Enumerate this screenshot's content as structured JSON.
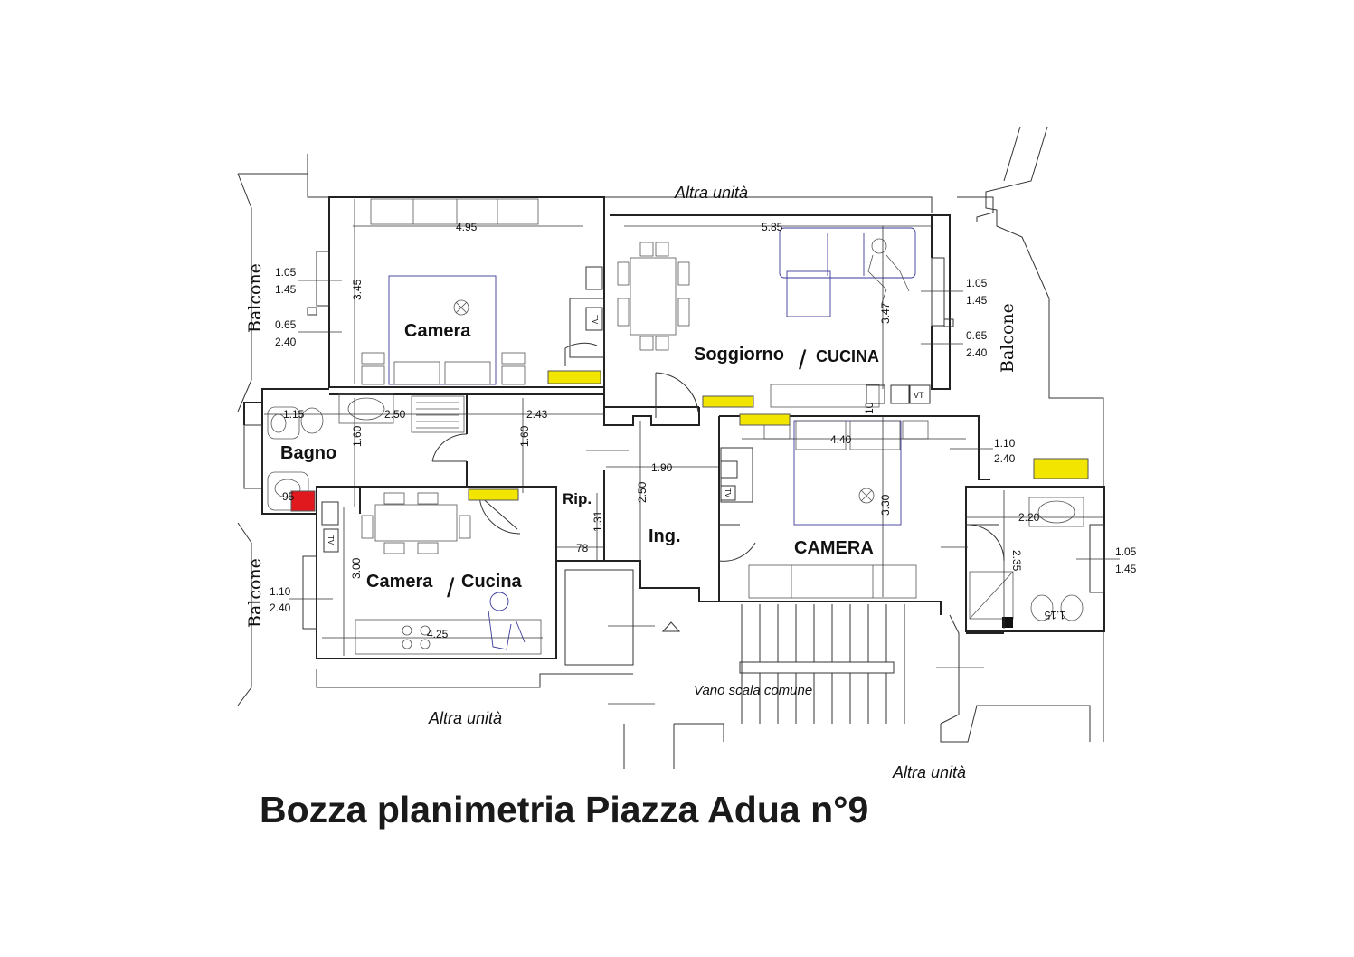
{
  "title": "Bozza planimetria Piazza Adua n°9",
  "rooms": {
    "camera_1": "Camera",
    "soggiorno": "Soggiorno",
    "soggiorno_divider": "/",
    "cucina": "CUCINA",
    "bagno": "Bagno",
    "camera_cucina_a": "Camera",
    "camera_cucina_divider": "/",
    "camera_cucina_b": "Cucina",
    "ripostiglio": "Rip.",
    "ingresso": "Ing.",
    "camera_2": "CAMERA"
  },
  "surroundings": {
    "altra_unita_top": "Altra unità",
    "altra_unita_bottom_left": "Altra unità",
    "altra_unita_bottom_right": "Altra unità",
    "vano_scala": "Vano scala comune",
    "balcone_left_top": "Balcone",
    "balcone_left_bottom": "Balcone",
    "balcone_right": "Balcone"
  },
  "dimensions": {
    "camera_width": "4.95",
    "camera_height": "3.45",
    "soggiorno_width": "5.85",
    "soggiorno_height": "3.47",
    "bagno_width": "1.15",
    "hall_width": "2.50",
    "corridor_width": "2.43",
    "bagno_height": "1.60",
    "corridor_height": "1.60",
    "window_left_a_w": "1.05",
    "window_left_a_h": "1.45",
    "window_left_b_w": "0.65",
    "window_left_b_h": "2.40",
    "window_right_a_w": "1.05",
    "window_right_a_h": "1.45",
    "window_right_b_w": "0.65",
    "window_right_b_h": "2.40",
    "camera2_width": "4.40",
    "camera2_height": "3.30",
    "window_camera2_w": "1.10",
    "window_camera2_h": "2.40",
    "ingresso_width": "1.90",
    "ingresso_height": "2.50",
    "rip_height": "1.31",
    "rip_width": "78",
    "camera_cucina_height": "3.00",
    "camera_cucina_width": "4.25",
    "window_cc_w": "1.10",
    "window_cc_h": "2.40",
    "bagno_small": "95",
    "bagno2_width": "2.20",
    "bagno2_height": "2.35",
    "window_bagno2_w": "1.05",
    "window_bagno2_h": "1.45",
    "bagno2_small": "1.15",
    "soggiorno_small": "10"
  },
  "labels": {
    "tv_1": "TV",
    "tv_2": "TV",
    "tv_3": "TV",
    "vt": "VT"
  },
  "colors": {
    "radiator": "#f2e600",
    "boiler": "#e0191e",
    "furniture_blue": "#3a3a9a"
  }
}
